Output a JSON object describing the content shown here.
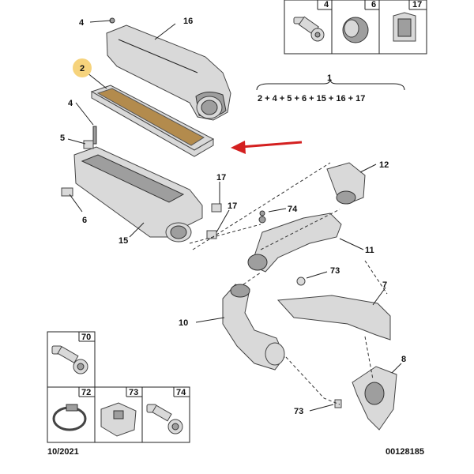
{
  "labels": {
    "p1": "1",
    "p2": "2",
    "p4a": "4",
    "p4b": "4",
    "p5": "5",
    "p6": "6",
    "p7": "7",
    "p8": "8",
    "p10": "10",
    "p11": "11",
    "p12": "12",
    "p15": "15",
    "p16": "16",
    "p17a": "17",
    "p17b": "17",
    "p73a": "73",
    "p73b": "73",
    "p74": "74"
  },
  "kit_formula": "2 + 4 + 5 + 6 + 15 + 16 + 17",
  "top_boxes": [
    "4",
    "6",
    "17"
  ],
  "bottom_boxes": [
    "70",
    "72",
    "73",
    "74"
  ],
  "footer": {
    "date": "10/2021",
    "ref": "00128185"
  },
  "colors": {
    "highlight": "#f6d37c",
    "arrow": "#d42020"
  }
}
